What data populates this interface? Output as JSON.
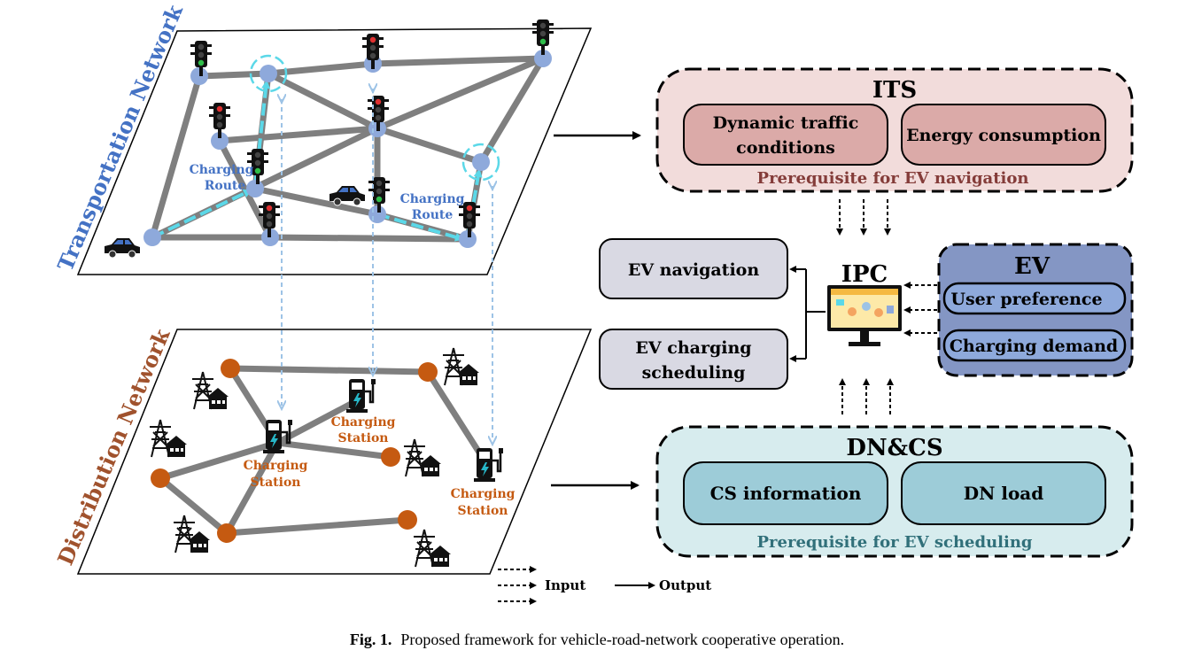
{
  "transport": {
    "title": "Transportation Network",
    "route_label_1": [
      "Charging",
      "Route"
    ],
    "route_label_2": [
      "Charging",
      "Route"
    ]
  },
  "distribution": {
    "title": "Distribution Network",
    "station_labels": [
      [
        "Charging",
        "Station"
      ],
      [
        "Charging",
        "Station"
      ],
      [
        "Charging",
        "Station"
      ]
    ]
  },
  "its": {
    "title": "ITS",
    "item1": [
      "Dynamic traffic",
      "conditions"
    ],
    "item2": "Energy consumption",
    "footer": "Prerequisite for EV navigation"
  },
  "ipc": {
    "title": "IPC"
  },
  "ev": {
    "title": "EV",
    "item1": "User preference",
    "item2": "Charging demand"
  },
  "outputs": {
    "nav": "EV navigation",
    "sched": [
      "EV charging",
      "scheduling"
    ]
  },
  "dncs": {
    "title": "DN&CS",
    "item1": "CS information",
    "item2": "DN load",
    "footer": "Prerequisite for EV scheduling"
  },
  "legend": {
    "input": "Input",
    "output": "Output"
  },
  "caption": {
    "label": "Fig. 1.",
    "text": "Proposed framework for vehicle-road-network cooperative operation."
  },
  "colors": {
    "road": "#7f7f7f",
    "node_blue": "#8ea9db",
    "node_orange": "#c55a11",
    "route": "#5bd8e8",
    "its_bg": "#f2dcdb",
    "its_item": "#dbaaa8",
    "its_footer": "#843c39",
    "ev_bg": "#8496c4",
    "ev_item": "#8ea9db",
    "out_bg": "#d9d9e3",
    "dncs_bg": "#d7ecee",
    "dncs_item": "#9dccd8",
    "dncs_footer": "#31707a",
    "transport_title": "#4472c4",
    "distribution_title": "#a0522d",
    "station_label": "#c55a11",
    "route_label": "#4472c4"
  }
}
